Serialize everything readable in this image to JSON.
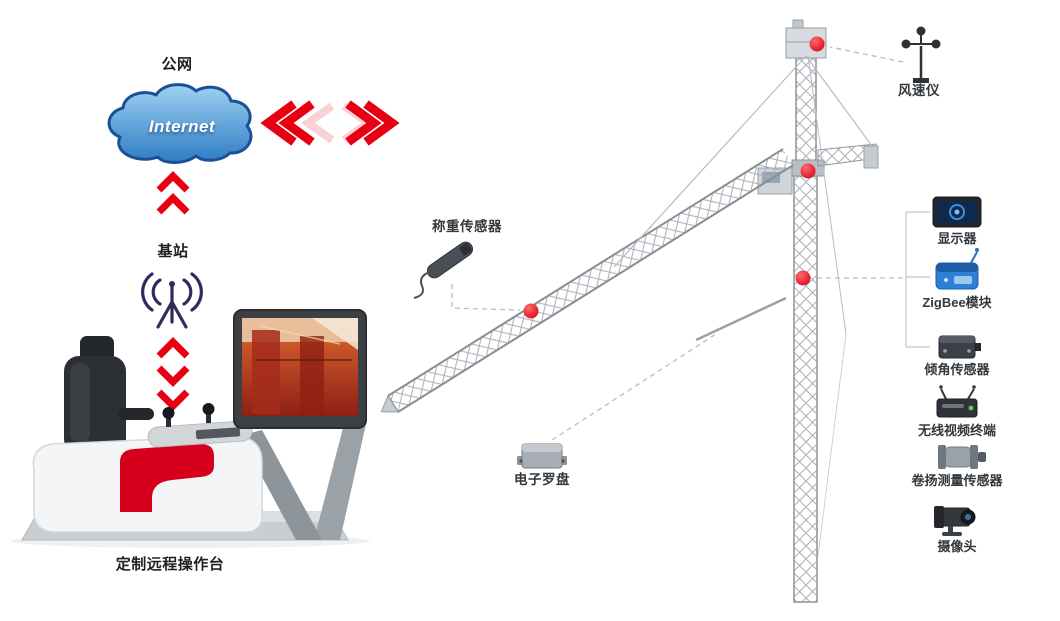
{
  "network": {
    "public_label": "公网",
    "internet_label": "Internet",
    "base_station_label": "基站",
    "console_label": "定制远程操作台"
  },
  "sensors": {
    "anemometer_label": "风速仪",
    "load_sensor_label": "称重传感器",
    "compass_label": "电子罗盘"
  },
  "devices": [
    {
      "label": "显示器"
    },
    {
      "label": "ZigBee模块"
    },
    {
      "label": "倾角传感器"
    },
    {
      "label": "无线视频终端"
    },
    {
      "label": "卷扬测量传感器"
    },
    {
      "label": "摄像头"
    }
  ],
  "colors": {
    "accent_red": "#e60012",
    "marker_red": "#e2001a",
    "cloud_blue": "#2f7ec6",
    "text_dark": "#33373b"
  }
}
